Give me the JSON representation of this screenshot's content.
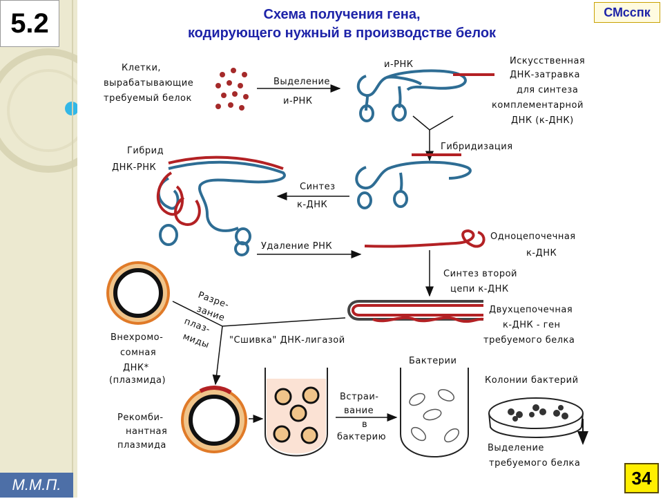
{
  "slide": {
    "number": "5.2",
    "corner_tag": "СМсспк",
    "title_line1": "Схема получения гена,",
    "title_line2": "кодирующего нужный в производстве белок",
    "footer": "М.М.П.",
    "page": "34"
  },
  "diagram": {
    "cells": [
      "Клетки,",
      "вырабатывающие",
      "требуемый белок"
    ],
    "mrna_isolation": [
      "Выделение",
      "и-РНК"
    ],
    "mrna": "и-РНК",
    "primer": [
      "Искусственная",
      "ДНК-затравка",
      "для синтеза",
      "комплементарной",
      "ДНК (к-ДНК)"
    ],
    "hybridization": "Гибридизация",
    "hybrid": [
      "Гибрид",
      "ДНК-РНК"
    ],
    "cdna_synthesis": [
      "Синтез",
      "к-ДНК"
    ],
    "rna_removal": "Удаление РНК",
    "single_strand": [
      "Одноцепочечная",
      "к-ДНК"
    ],
    "second_strand": [
      "Синтез второй",
      "цепи к-ДНК"
    ],
    "double_strand": [
      "Двухцепочечная",
      "к-ДНК - ген",
      "требуемого белка"
    ],
    "cutting": [
      "Разре-",
      "зание",
      "плаз-",
      "миды"
    ],
    "ligation": "\"Сшивка\" ДНК-лигазой",
    "plasmid": [
      "Внехромо-",
      "сомная",
      "ДНК*",
      "(плазмида)"
    ],
    "recombinant": [
      "Рекомби-",
      "нантная",
      "плазмида"
    ],
    "bacteria": "Бактерии",
    "insertion": [
      "Встраи-",
      "вание",
      "в",
      "бактерию"
    ],
    "colonies": "Колонии бактерий",
    "protein_isolation": [
      "Выделение",
      "требуемого белка"
    ]
  },
  "colors": {
    "title": "#1d23a8",
    "rna": "#2e6d94",
    "dna": "#b32124",
    "footer": "#4d6fa7",
    "page_badge": "#ffef00"
  }
}
